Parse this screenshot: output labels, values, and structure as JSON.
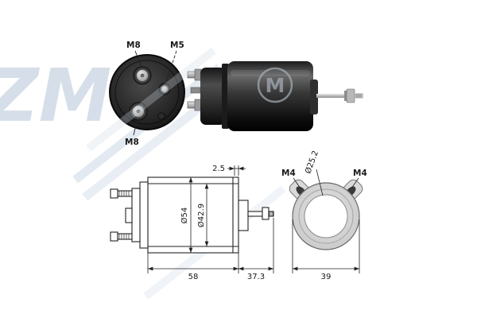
{
  "watermark": {
    "brand_text": "ZM",
    "logo_letter": "M"
  },
  "front_view": {
    "label_top": "M8",
    "label_small": "M5",
    "label_bottom": "M8"
  },
  "side_view": {
    "dim_step": "2.5",
    "dim_outer_diameter": "Ø54",
    "dim_inner_diameter": "Ø42.9",
    "dim_body_length": "58",
    "dim_rod_length": "37.3"
  },
  "rear_view": {
    "label_left_hole": "M4",
    "label_right_hole": "M4",
    "dim_bore_diameter": "Ø25.2",
    "dim_width": "39"
  }
}
